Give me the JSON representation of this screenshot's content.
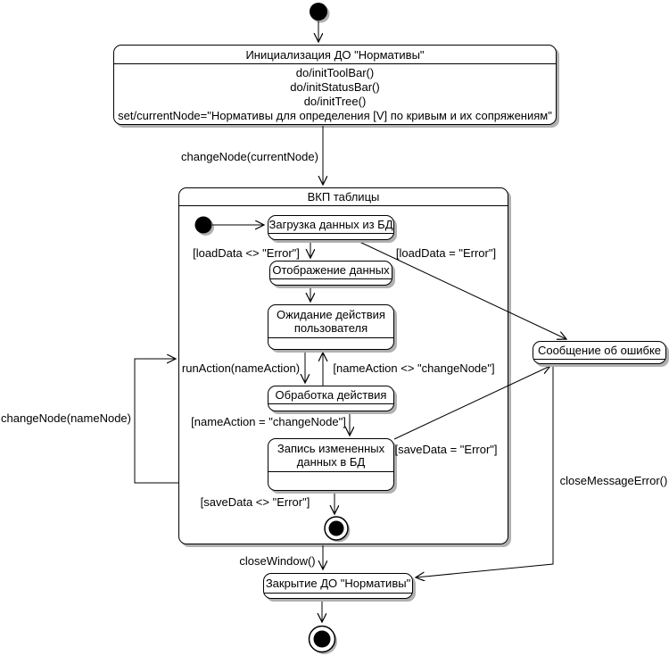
{
  "diagram": {
    "kind": "uml-statechart",
    "colors": {
      "line": "#000000",
      "fill": "#ffffff",
      "shadow": "#b0b0b0",
      "text": "#000000"
    },
    "states": {
      "init": {
        "title": "Инициализация ДО \"Нормативы\"",
        "actions": [
          "do/initToolBar()",
          "do/initStatusBar()",
          "do/initTree()",
          "set/currentNode=\"Нормативы для определения [V] по кривым и их сопряжениям\""
        ]
      },
      "vkp": {
        "title": "ВКП таблицы"
      },
      "load": {
        "title": "Загрузка данных из БД"
      },
      "display": {
        "title": "Отображение данных"
      },
      "wait": {
        "line1": "Ожидание действия",
        "line2": "пользователя"
      },
      "action": {
        "title": "Обработка действия"
      },
      "save": {
        "line1": "Запись измененных",
        "line2": "данных в БД"
      },
      "error": {
        "title": "Сообщение об ошибке"
      },
      "close": {
        "title": "Закрытие ДО \"Нормативы\""
      }
    },
    "transitions": {
      "change_node_current": "changeNode(currentNode)",
      "load_ok": "[loadData <> \"Error\"]",
      "load_error": "[loadData = \"Error\"]",
      "run_action": "runAction(nameAction)",
      "name_action_neq": "[nameAction <> \"changeNode\"]",
      "name_action_eq": "[nameAction = \"changeNode\"]",
      "save_error": "[saveData = \"Error\"]",
      "save_ok": "[saveData <> \"Error\"]",
      "change_node_name": "changeNode(nameNode)",
      "close_window": "closeWindow()",
      "close_message_error": "closeMessageError()"
    }
  }
}
